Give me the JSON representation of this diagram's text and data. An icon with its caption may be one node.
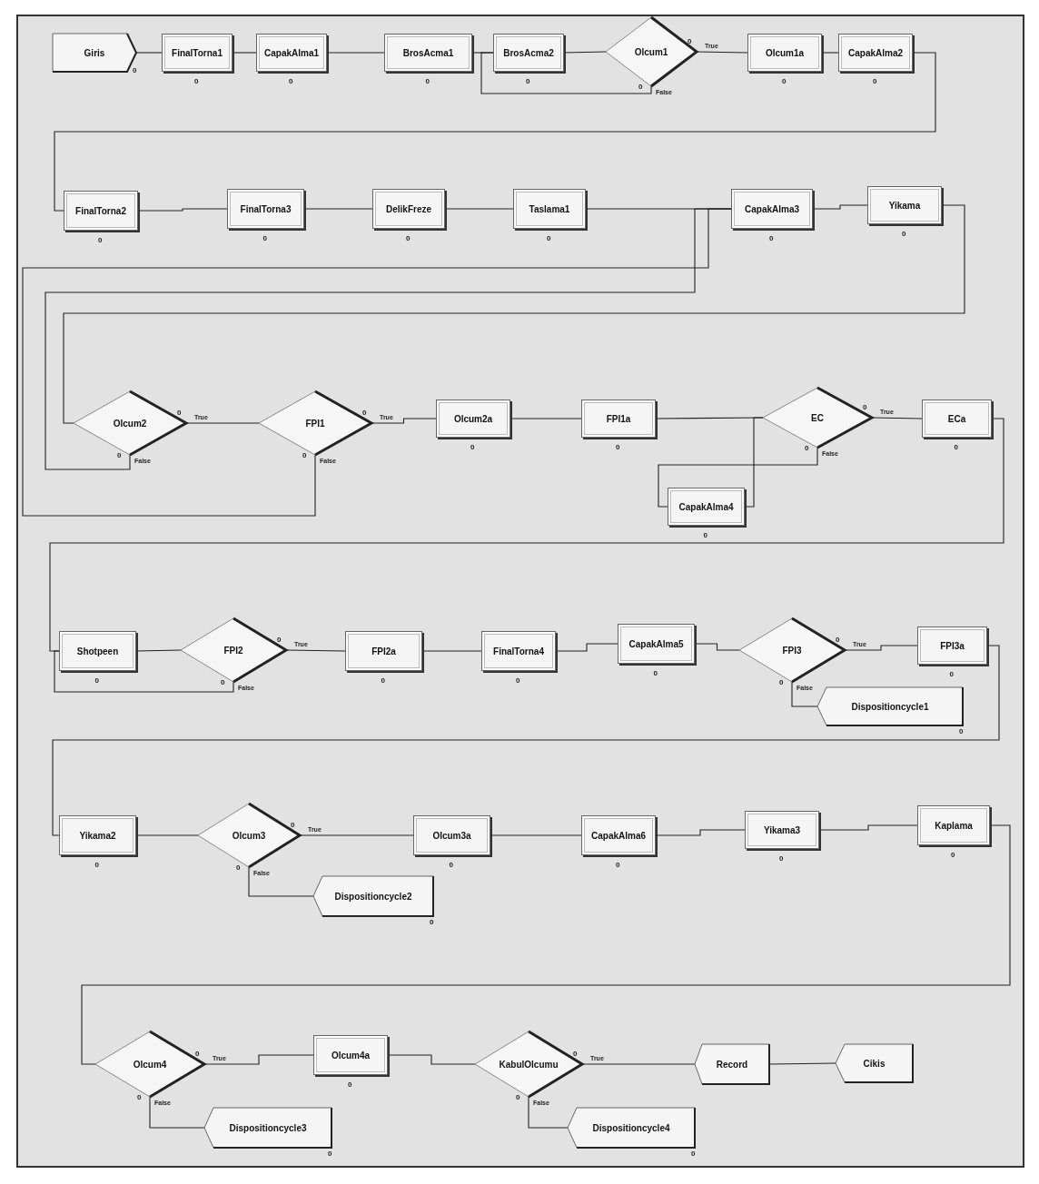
{
  "diagram": {
    "nodes": [
      {
        "text": [
          "Giris"
        ],
        "beside": [
          "0"
        ]
      },
      {
        "text": [
          "FinalTorna1"
        ],
        "beside": [
          "0"
        ]
      },
      {
        "text": [
          "CapakAlma1"
        ],
        "beside": [
          "0"
        ]
      },
      {
        "text": [
          "BrosAcma1"
        ],
        "beside": [
          "0"
        ]
      },
      {
        "text": [
          "BrosAcma2"
        ],
        "beside": [
          "0"
        ]
      },
      {
        "text": [
          "Olcum1"
        ],
        "beside": [
          "0",
          "0"
        ]
      },
      {
        "text": [
          "Olcum1a"
        ],
        "beside": [
          "0"
        ]
      },
      {
        "text": [
          "CapakAlma2"
        ],
        "beside": [
          "0"
        ]
      },
      {
        "text": [
          "FinalTorna2"
        ],
        "beside": [
          "0"
        ]
      },
      {
        "text": [
          "FinalTorna3"
        ],
        "beside": [
          "0"
        ]
      },
      {
        "text": [
          "DelikFreze"
        ],
        "beside": [
          "0"
        ]
      },
      {
        "text": [
          "Taslama1"
        ],
        "beside": [
          "0"
        ]
      },
      {
        "text": [
          "CapakAlma3"
        ],
        "beside": [
          "0"
        ]
      },
      {
        "text": [
          "Yikama"
        ],
        "beside": [
          "0"
        ]
      },
      {
        "text": [
          "Olcum2"
        ],
        "beside": [
          "0",
          "0"
        ]
      },
      {
        "text": [
          "FPI1"
        ],
        "beside": [
          "0",
          "0"
        ]
      },
      {
        "text": [
          "Olcum2a"
        ],
        "beside": [
          "0"
        ]
      },
      {
        "text": [
          "FPI1a"
        ],
        "beside": [
          "0"
        ]
      },
      {
        "text": [
          "EC"
        ],
        "beside": [
          "0",
          "0"
        ]
      },
      {
        "text": [
          "ECa"
        ],
        "beside": [
          "0"
        ]
      },
      {
        "text": [
          "CapakAlma4"
        ],
        "beside": [
          "0"
        ]
      },
      {
        "text": [
          "Shotpeen"
        ],
        "beside": [
          "0"
        ]
      },
      {
        "text": [
          "FPI2"
        ],
        "beside": [
          "0",
          "0"
        ]
      },
      {
        "text": [
          "FPI2a"
        ],
        "beside": [
          "0"
        ]
      },
      {
        "text": [
          "FinalTorna4"
        ],
        "beside": [
          "0"
        ]
      },
      {
        "text": [
          "CapakAlma5"
        ],
        "beside": [
          "0"
        ]
      },
      {
        "text": [
          "FPI3"
        ],
        "beside": [
          "0",
          "0"
        ]
      },
      {
        "text": [
          "FPI3a"
        ],
        "beside": [
          "0"
        ]
      },
      {
        "text": [
          "Dispositioncycle1"
        ],
        "beside": [
          "0"
        ]
      },
      {
        "text": [
          "Yikama2"
        ],
        "beside": [
          "0"
        ]
      },
      {
        "text": [
          "Olcum3"
        ],
        "beside": [
          "0",
          "0"
        ]
      },
      {
        "text": [
          "Olcum3a"
        ],
        "beside": [
          "0"
        ]
      },
      {
        "text": [
          "CapakAlma6"
        ],
        "beside": [
          "0"
        ]
      },
      {
        "text": [
          "Yikama3"
        ],
        "beside": [
          "0"
        ]
      },
      {
        "text": [
          "Kaplama"
        ],
        "beside": [
          "0"
        ]
      },
      {
        "text": [
          "Dispositioncycle2"
        ],
        "beside": [
          "0"
        ]
      },
      {
        "text": [
          "Olcum4"
        ],
        "beside": [
          "0",
          "0"
        ]
      },
      {
        "text": [
          "Olcum4a"
        ],
        "beside": [
          "0"
        ]
      },
      {
        "text": [
          "KabulOlcumu"
        ],
        "beside": [
          "0",
          "0"
        ]
      },
      {
        "text": [
          "Record"
        ]
      },
      {
        "text": [
          "Cikis"
        ]
      },
      {
        "text": [
          "Dispositioncycle3"
        ],
        "beside": [
          "0"
        ]
      },
      {
        "text": [
          "Dispositioncycle4"
        ],
        "beside": [
          "0"
        ]
      }
    ],
    "edges": [
      {
        "from": 0,
        "to": 1,
        "arrow": "none"
      },
      {
        "from": 1,
        "to": 2,
        "arrow": "none"
      },
      {
        "from": 2,
        "to": 3,
        "arrow": "none"
      },
      {
        "from": 3,
        "to": 4,
        "arrow": "none"
      },
      {
        "from": 4,
        "to": 5,
        "arrow": "none"
      },
      {
        "from": 5,
        "to": 6,
        "arrow": "none",
        "label": "True"
      },
      {
        "from": 5,
        "to": 4,
        "arrow": "none",
        "label": "False"
      },
      {
        "from": 6,
        "to": 7,
        "arrow": "none"
      },
      {
        "from": 7,
        "to": 8,
        "arrow": "none"
      },
      {
        "from": 8,
        "to": 9,
        "arrow": "none"
      },
      {
        "from": 9,
        "to": 10,
        "arrow": "none"
      },
      {
        "from": 10,
        "to": 11,
        "arrow": "none"
      },
      {
        "from": 11,
        "to": 12,
        "arrow": "none"
      },
      {
        "from": 12,
        "to": 13,
        "arrow": "none"
      },
      {
        "from": 13,
        "to": 14,
        "arrow": "none"
      },
      {
        "from": 14,
        "to": 15,
        "arrow": "none",
        "label": "True"
      },
      {
        "from": 14,
        "to": 12,
        "arrow": "none",
        "label": "False"
      },
      {
        "from": 15,
        "to": 16,
        "arrow": "none",
        "label": "True"
      },
      {
        "from": 15,
        "to": 12,
        "arrow": "none",
        "label": "False"
      },
      {
        "from": 16,
        "to": 17,
        "arrow": "none"
      },
      {
        "from": 17,
        "to": 18,
        "arrow": "none"
      },
      {
        "from": 18,
        "to": 19,
        "arrow": "none",
        "label": "True"
      },
      {
        "from": 18,
        "to": 20,
        "arrow": "none",
        "label": "False"
      },
      {
        "from": 20,
        "to": 18,
        "arrow": "none"
      },
      {
        "from": 19,
        "to": 21,
        "arrow": "none"
      },
      {
        "from": 21,
        "to": 22,
        "arrow": "none"
      },
      {
        "from": 22,
        "to": 23,
        "arrow": "none",
        "label": "True"
      },
      {
        "from": 22,
        "to": 21,
        "arrow": "none",
        "label": "False"
      },
      {
        "from": 23,
        "to": 24,
        "arrow": "none"
      },
      {
        "from": 24,
        "to": 25,
        "arrow": "none"
      },
      {
        "from": 25,
        "to": 26,
        "arrow": "none"
      },
      {
        "from": 26,
        "to": 27,
        "arrow": "none",
        "label": "True"
      },
      {
        "from": 26,
        "to": 28,
        "arrow": "none",
        "label": "False"
      },
      {
        "from": 27,
        "to": 29,
        "arrow": "none"
      },
      {
        "from": 29,
        "to": 30,
        "arrow": "none"
      },
      {
        "from": 30,
        "to": 31,
        "arrow": "none",
        "label": "True"
      },
      {
        "from": 30,
        "to": 35,
        "arrow": "none",
        "label": "False"
      },
      {
        "from": 31,
        "to": 32,
        "arrow": "none"
      },
      {
        "from": 32,
        "to": 33,
        "arrow": "none"
      },
      {
        "from": 33,
        "to": 34,
        "arrow": "none"
      },
      {
        "from": 34,
        "to": 36,
        "arrow": "none"
      },
      {
        "from": 36,
        "to": 37,
        "arrow": "none",
        "label": "True"
      },
      {
        "from": 36,
        "to": 41,
        "arrow": "none",
        "label": "False"
      },
      {
        "from": 37,
        "to": 38,
        "arrow": "none"
      },
      {
        "from": 38,
        "to": 39,
        "arrow": "none",
        "label": "True"
      },
      {
        "from": 38,
        "to": 42,
        "arrow": "none",
        "label": "False"
      },
      {
        "from": 39,
        "to": 40,
        "arrow": "none"
      }
    ]
  }
}
